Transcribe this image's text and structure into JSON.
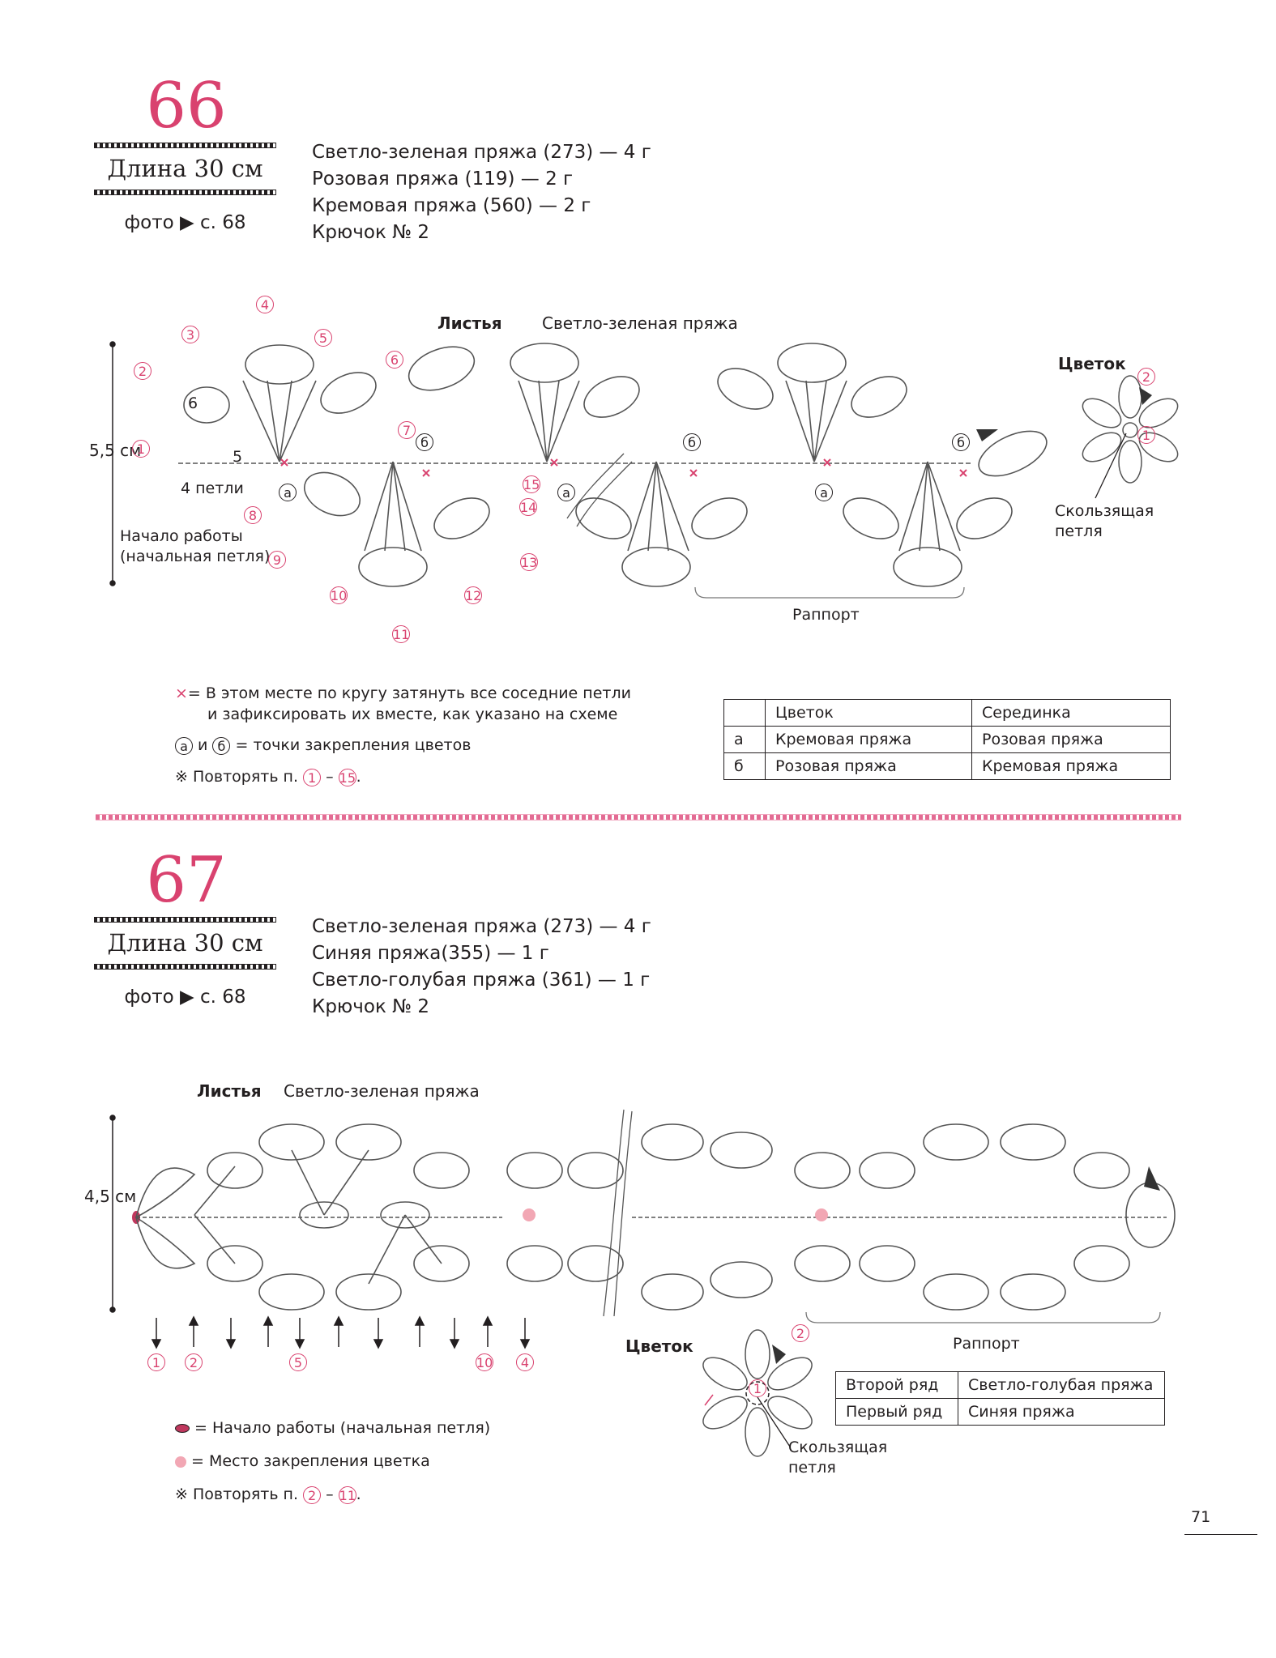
{
  "page_number": "71",
  "patterns": [
    {
      "number": "66",
      "length": "Длина 30 см",
      "photo_ref": "фото ▶ с. 68",
      "materials": [
        "Светло-зеленая пряжа (273) — 4 г",
        "Розовая пряжа (119) — 2 г",
        "Кремовая пряжа (560) — 2 г",
        "Крючок № 2"
      ],
      "leaves_title": "Листья",
      "leaves_yarn": "Светло-зеленая пряжа",
      "flower_title": "Цветок",
      "height_label": "5,5 см",
      "chain_label": "4 петли",
      "start_label_1": "Начало работы",
      "start_label_2": "(начальная петля)",
      "repeat_label": "Раппорт",
      "slip_loop_1": "Скользящая",
      "slip_loop_2": "петля",
      "inner_6": "6",
      "inner_5": "5",
      "point_a": "а",
      "point_b": "б",
      "row_numbers": [
        "1",
        "2",
        "3",
        "4",
        "5",
        "6",
        "7",
        "8",
        "9",
        "10",
        "11",
        "12",
        "13",
        "14",
        "15"
      ],
      "flower_row_numbers": [
        "1",
        "2"
      ],
      "legend_cross_1": "= В этом месте по кругу затянуть все соседние петли",
      "legend_cross_2": "и зафиксировать их вместе, как указано на схеме",
      "legend_points_and": "и",
      "legend_points_text": "= точки закрепления цветов",
      "legend_repeat_prefix": "※ Повторять п.",
      "legend_repeat_from": "1",
      "legend_repeat_dash": "–",
      "legend_repeat_to": "15",
      "legend_repeat_end": ".",
      "table": {
        "headers": [
          "",
          "Цветок",
          "Серединка"
        ],
        "rows": [
          [
            "а",
            "Кремовая пряжа",
            "Розовая пряжа"
          ],
          [
            "б",
            "Розовая пряжа",
            "Кремовая пряжа"
          ]
        ]
      }
    },
    {
      "number": "67",
      "length": "Длина 30 см",
      "photo_ref": "фото ▶ с. 68",
      "materials": [
        "Светло-зеленая пряжа (273) — 4 г",
        "Синяя пряжа(355) — 1 г",
        "Светло-голубая пряжа (361) — 1 г",
        "Крючок № 2"
      ],
      "leaves_title": "Листья",
      "leaves_yarn": "Светло-зеленая пряжа",
      "flower_title": "Цветок",
      "height_label": "4,5 см",
      "repeat_label": "Раппорт",
      "slip_loop_1": "Скользящая",
      "slip_loop_2": "петля",
      "row_numbers": [
        "1",
        "2",
        "5",
        "10",
        "4"
      ],
      "flower_row_numbers": [
        "1",
        "2"
      ],
      "legend_start": "= Начало работы (начальная петля)",
      "legend_attach": "= Место закрепления цветка",
      "legend_repeat_prefix": "※ Повторять п.",
      "legend_repeat_from": "2",
      "legend_repeat_dash": "–",
      "legend_repeat_to": "11",
      "legend_repeat_end": ".",
      "table": {
        "rows": [
          [
            "Второй ряд",
            "Светло-голубая пряжа"
          ],
          [
            "Первый ряд",
            "Синяя пряжа"
          ]
        ]
      }
    }
  ],
  "colors": {
    "accent": "#d9426f",
    "ink": "#231f20",
    "attach_point": "#f2a7b4",
    "start_point": "#c0385e"
  }
}
